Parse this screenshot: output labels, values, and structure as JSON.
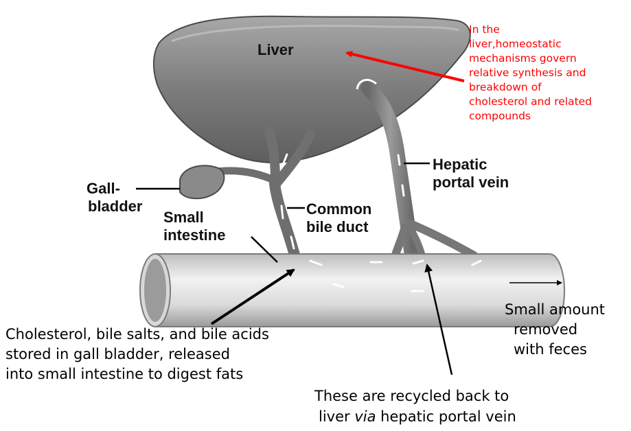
{
  "figure": {
    "title_fragment": "",
    "organs": {
      "liver": "Liver",
      "gallbladder": [
        "Gall-",
        "bladder"
      ],
      "small_intestine": [
        "Small",
        "intestine"
      ],
      "common_bile_duct": [
        "Common",
        "bile duct"
      ],
      "hepatic_portal_vein": [
        "Hepatic",
        "portal vein"
      ]
    }
  },
  "annotations": {
    "liver_note": [
      "In the",
      "liver,homeostatic",
      "mechanisms govern",
      "relative synthesis and",
      "breakdown of",
      "cholesterol and related",
      "compounds"
    ],
    "gallbladder_note": [
      "Cholesterol, bile salts, and bile acids",
      "stored in gall bladder, released",
      "into small intestine to digest fats"
    ],
    "feces_note": [
      "Small amount",
      "removed",
      "with feces"
    ],
    "recycle_note": {
      "line1": "These are recycled back to",
      "line2_pre": "liver ",
      "line2_italic": "via",
      "line2_post": " hepatic portal vein"
    }
  },
  "colors": {
    "annotation_red": "#ff0000",
    "organ_gray": "#7a7a7a",
    "intestine_fill": "#e6e6e6"
  }
}
